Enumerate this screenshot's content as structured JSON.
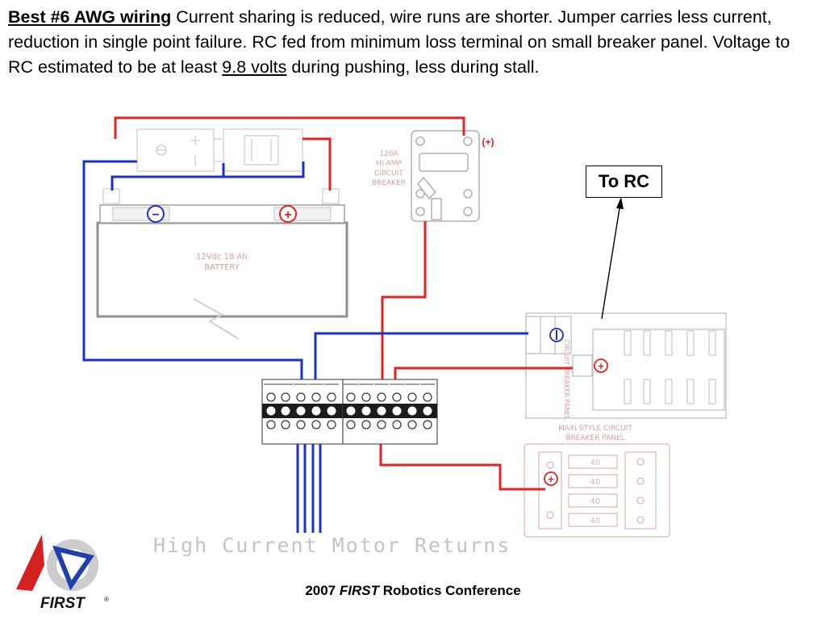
{
  "heading": {
    "lead": "Best #6 AWG wiring",
    "part1": "  Current sharing is reduced, wire runs are shorter.  Jumper carries less current, reduction in single point failure.  RC fed from minimum loss terminal on small breaker panel.  Voltage to RC estimated to be at least ",
    "voltage": "9.8 volts",
    "part2": " during pushing, less during stall."
  },
  "labels": {
    "to_rc": "To RC",
    "battery_line1": "12Vdc 18 Ah",
    "battery_line2": "BATTERY",
    "breaker_120a": [
      "120A",
      "HI-AMP",
      "CIRCUIT",
      "BREAKER"
    ],
    "maxi_panel_line1": "MAXI STYLE CIRCUIT",
    "maxi_panel_line2": "BREAKER PANEL",
    "cb_panel_vertical": "CIRCUIT BREAKER PANEL",
    "small_breakers": [
      "40",
      "40",
      "40",
      "40"
    ],
    "motor_returns": "High Current Motor Returns",
    "plus": "+",
    "minus": "−"
  },
  "footer": {
    "year": "2007 ",
    "first": "FIRST",
    "rest": " Robotics Conference"
  },
  "logo": {
    "text": "FIRST",
    "mark": "®"
  },
  "colors": {
    "positive": "#e32222",
    "negative": "#1a2fd0",
    "component": "#9a9a9a",
    "faint": "#d6a0a0"
  }
}
